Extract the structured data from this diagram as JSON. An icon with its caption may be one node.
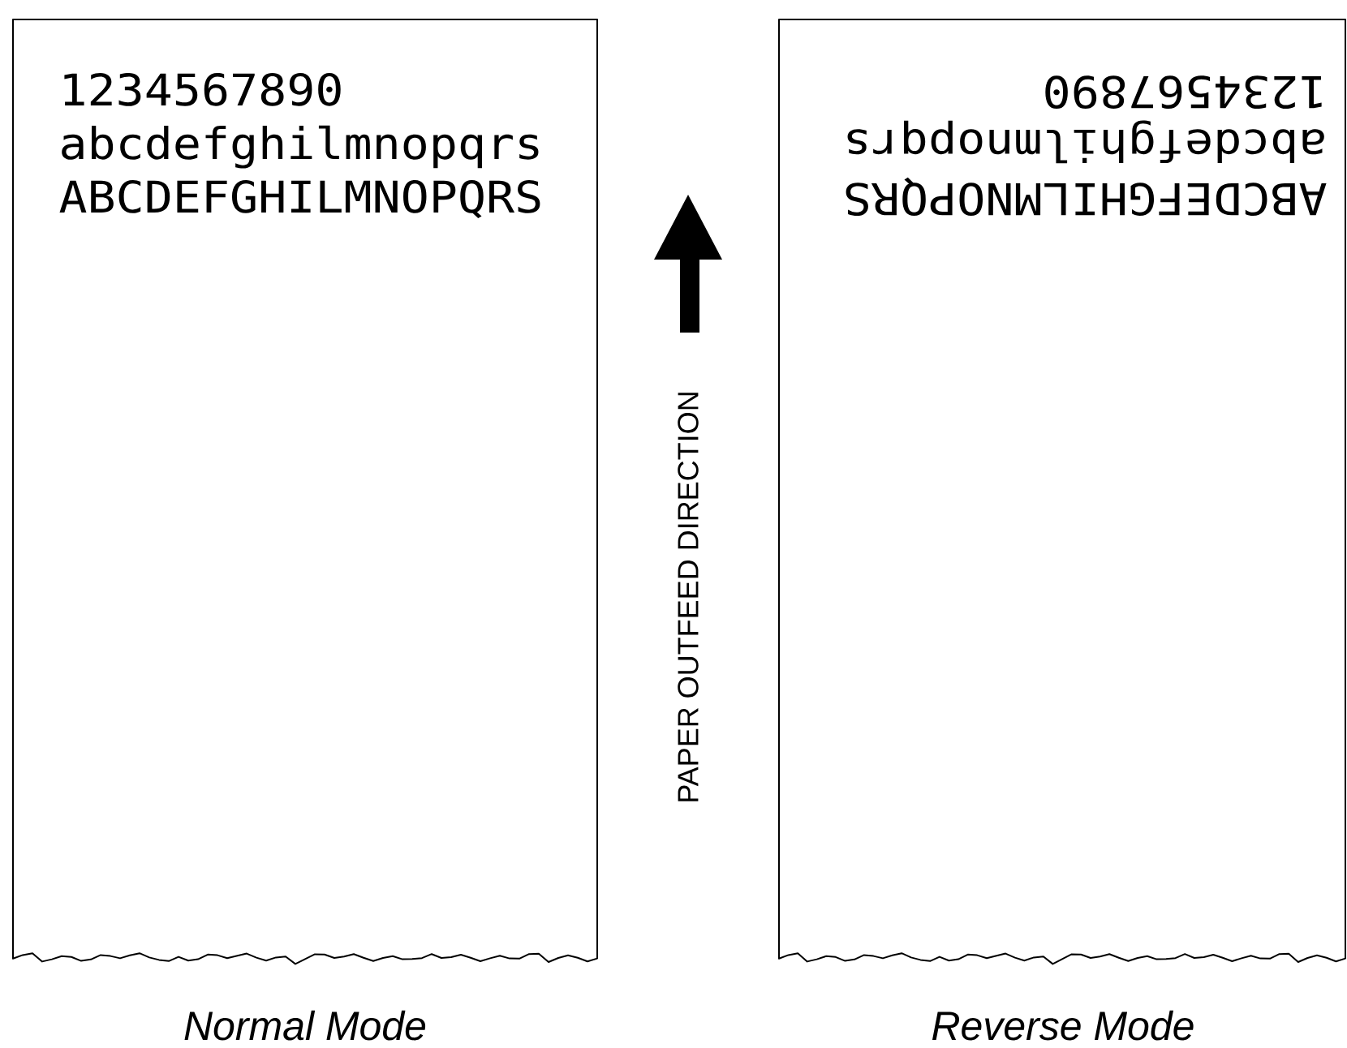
{
  "diagram": {
    "nodes": [
      {
        "text": [
          "1234567890",
          "abcdefghilmnopqrs",
          "ABCDEFGHILMNOPQRS"
        ],
        "beside": [
          "Normal Mode"
        ]
      },
      {
        "text": [
          "1234567890",
          "abcdefghilmnopqrs",
          "ABCDEFGHILMNOPQRS"
        ],
        "beside": [
          "Reverse Mode"
        ]
      }
    ],
    "labels": [
      "PAPER OUTFEED DIRECTION"
    ]
  }
}
